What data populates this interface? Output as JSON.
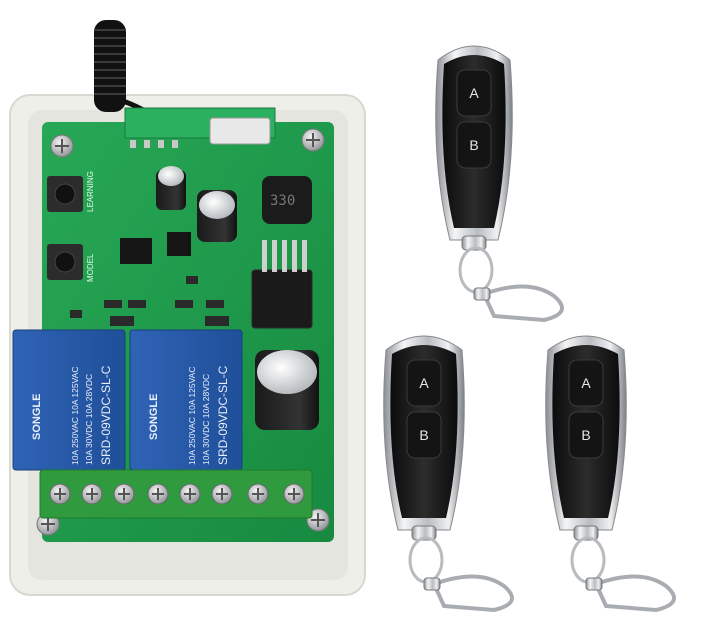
{
  "board": {
    "silk_learning": "LEARNING",
    "silk_model": "MODEL",
    "inductor": "330",
    "relays": [
      {
        "brand": "SONGLE",
        "line1": "10A 250VAC  10A 125VAC",
        "line2": "10A 30VDC  10A 28VDC",
        "model": "SRD-09VDC-SL-C"
      },
      {
        "brand": "SONGLE",
        "line1": "10A 250VAC  10A 125VAC",
        "line2": "10A 30VDC  10A 28VDC",
        "model": "SRD-09VDC-SL-C"
      }
    ]
  },
  "remotes": [
    {
      "button_a": "A",
      "button_b": "B"
    },
    {
      "button_a": "A",
      "button_b": "B"
    },
    {
      "button_a": "A",
      "button_b": "B"
    }
  ],
  "colors": {
    "pcb": "#1f9a4a",
    "relay": "#2a5aa8",
    "terminal": "#2f9a3e",
    "enclosure": "#f2f2ee",
    "remote_body": "#1a1a1a",
    "chrome": "#c9ccd0"
  }
}
